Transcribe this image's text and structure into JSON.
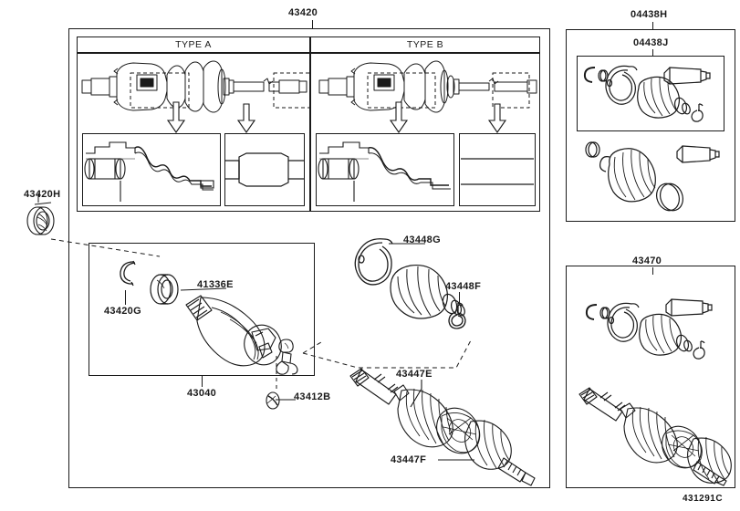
{
  "diagram": {
    "sheet_code": "431291C",
    "main_group": {
      "part_no": "43420",
      "type_a_label": "TYPE A",
      "type_b_label": "TYPE B"
    },
    "callouts": [
      {
        "id": "c-43420",
        "part_no": "43420"
      },
      {
        "id": "c-43420h",
        "part_no": "43420H"
      },
      {
        "id": "c-43420g",
        "part_no": "43420G"
      },
      {
        "id": "c-41336e",
        "part_no": "41336E"
      },
      {
        "id": "c-43040",
        "part_no": "43040"
      },
      {
        "id": "c-43412b",
        "part_no": "43412B"
      },
      {
        "id": "c-43448g",
        "part_no": "43448G"
      },
      {
        "id": "c-43448f",
        "part_no": "43448F"
      },
      {
        "id": "c-43447e",
        "part_no": "43447E"
      },
      {
        "id": "c-43447f",
        "part_no": "43447F"
      },
      {
        "id": "c-04438h",
        "part_no": "04438H"
      },
      {
        "id": "c-04438j",
        "part_no": "04438J"
      },
      {
        "id": "c-43470",
        "part_no": "43470"
      }
    ],
    "colors": {
      "line": "#1a1a1a",
      "background": "#ffffff"
    }
  }
}
